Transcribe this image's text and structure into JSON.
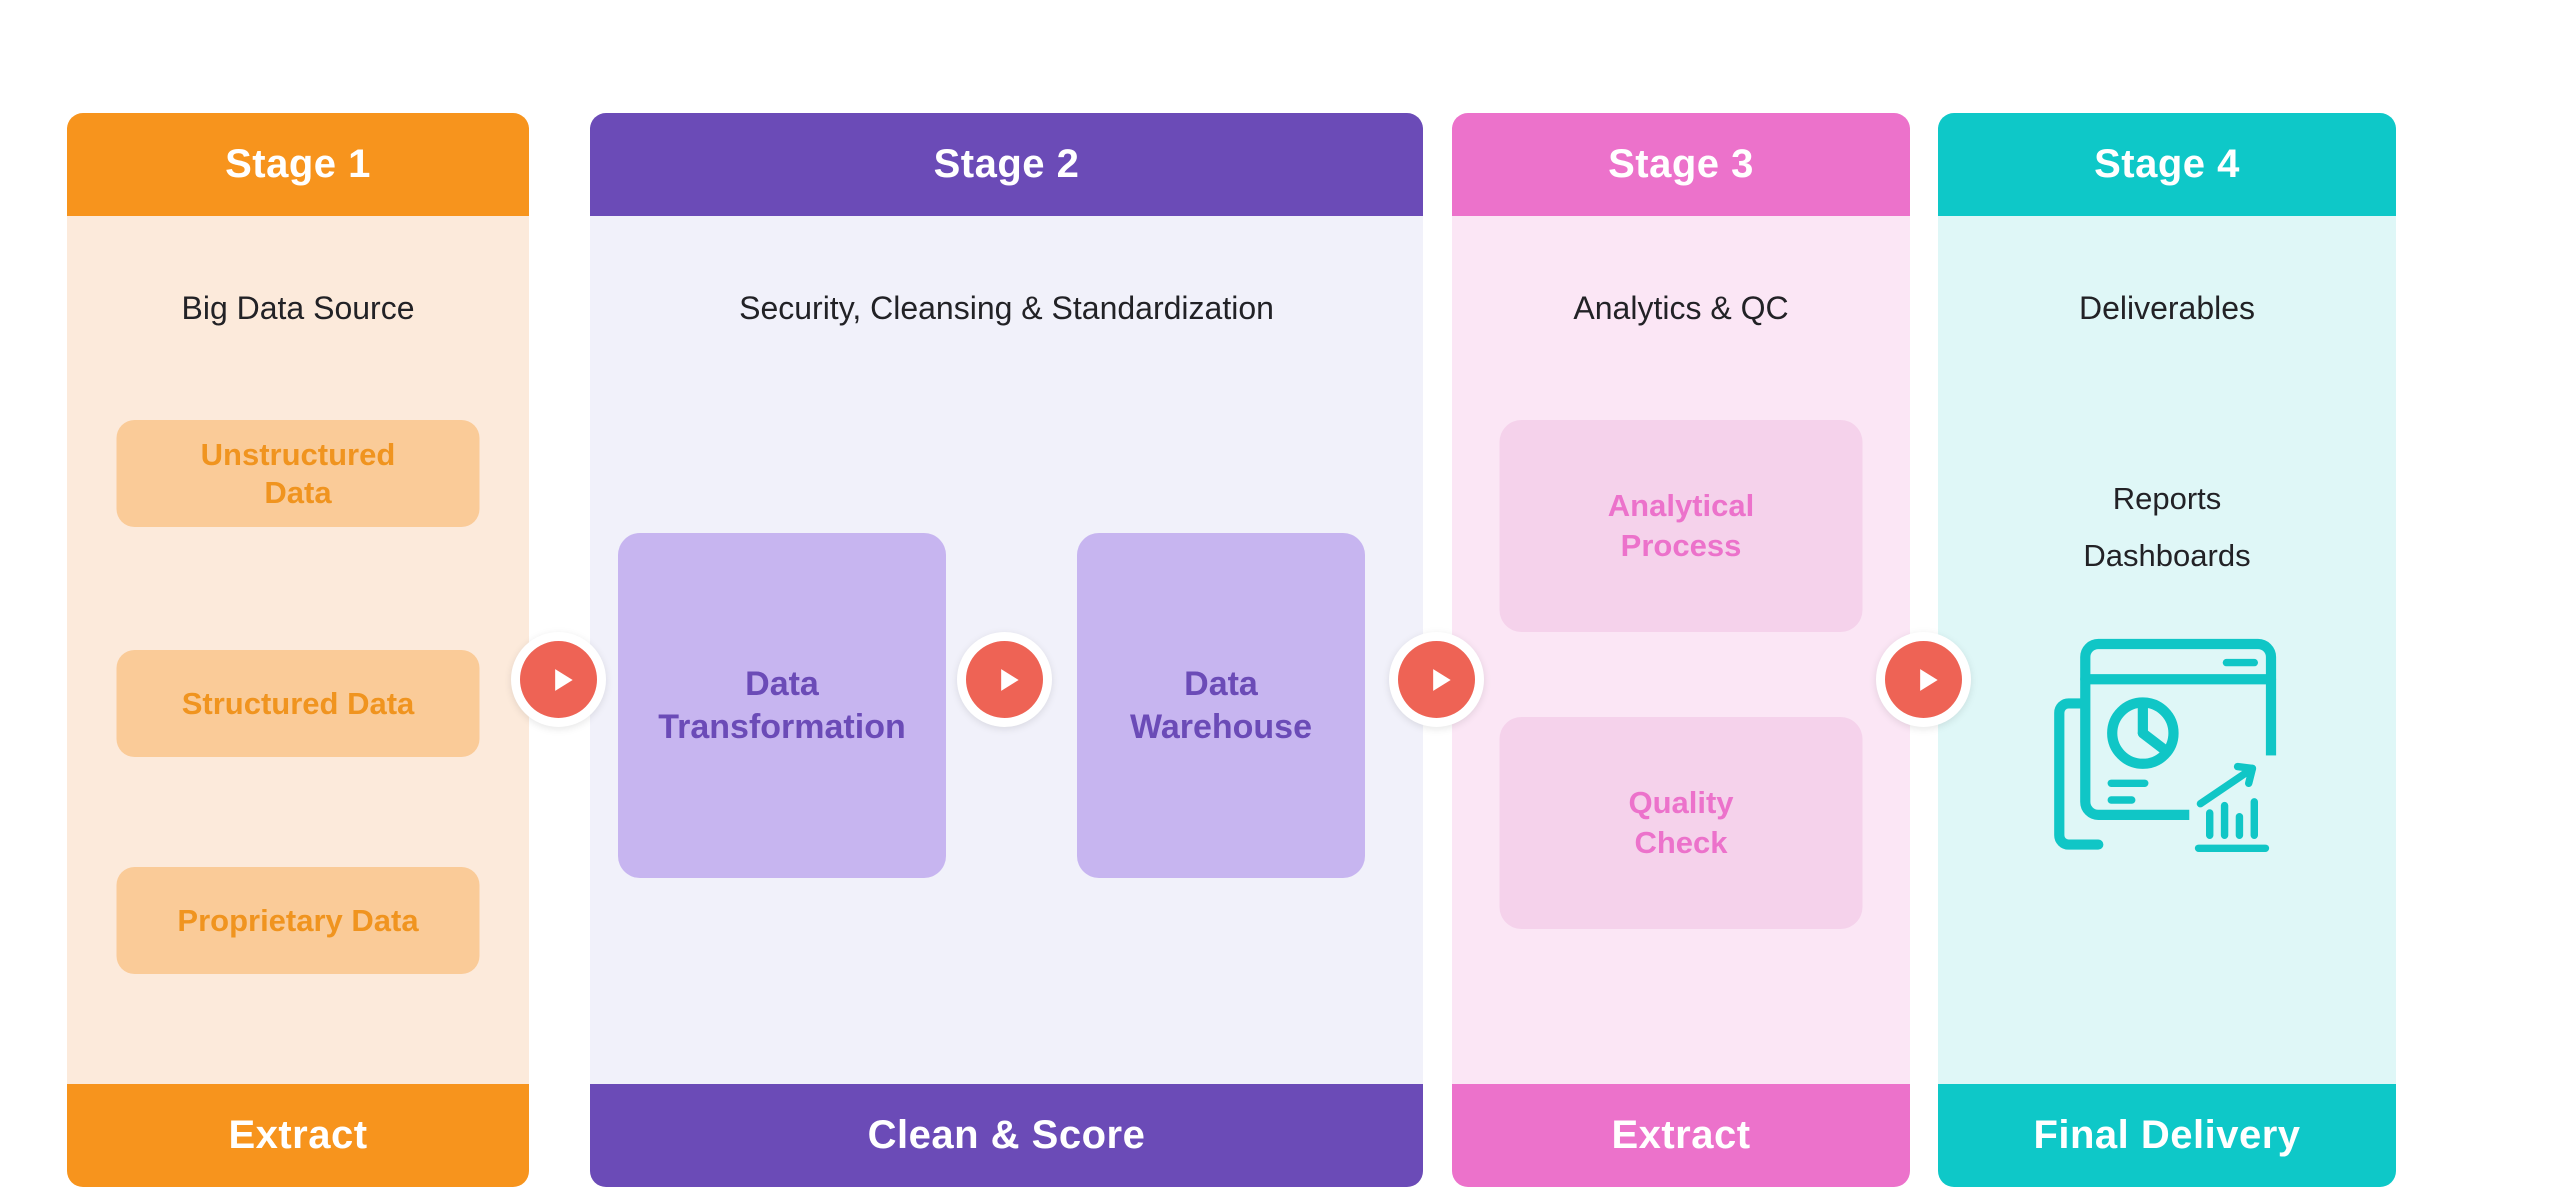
{
  "stages": [
    {
      "header": "Stage 1",
      "subtitle": "Big Data Source",
      "boxes": [
        "Unstructured Data",
        "Structured Data",
        "Proprietary Data"
      ],
      "footer": "Extract",
      "colors": {
        "header": "#F7941D",
        "body": "#FCEADB",
        "box_bg": "#FACB98",
        "box_text": "#F0941F"
      }
    },
    {
      "header": "Stage 2",
      "subtitle": "Security, Cleansing & Standardization",
      "boxes": [
        "Data Transformation",
        "Data Warehouse"
      ],
      "footer": "Clean & Score",
      "colors": {
        "header": "#6B4BB7",
        "body": "#F1F1FA",
        "box_bg": "#C7B5F0",
        "box_text": "#6B4BB7"
      }
    },
    {
      "header": "Stage 3",
      "subtitle": "Analytics & QC",
      "boxes": [
        "Analytical Process",
        "Quality Check"
      ],
      "footer": "Extract",
      "colors": {
        "header": "#EC72CB",
        "body": "#FBE6F5",
        "box_bg": "#F5D2EB",
        "box_text": "#EC72CB"
      }
    },
    {
      "header": "Stage 4",
      "subtitle": "Deliverables",
      "items": [
        "Reports",
        "Dashboards"
      ],
      "footer": "Final Delivery",
      "colors": {
        "header": "#0EC8C8",
        "body": "#DFF7F7",
        "icon": "#10C6C6"
      }
    }
  ],
  "icons": {
    "flow_arrow": "play-icon",
    "deliverables": "report-dashboard-icon"
  },
  "arrow_color": "#EE6355"
}
